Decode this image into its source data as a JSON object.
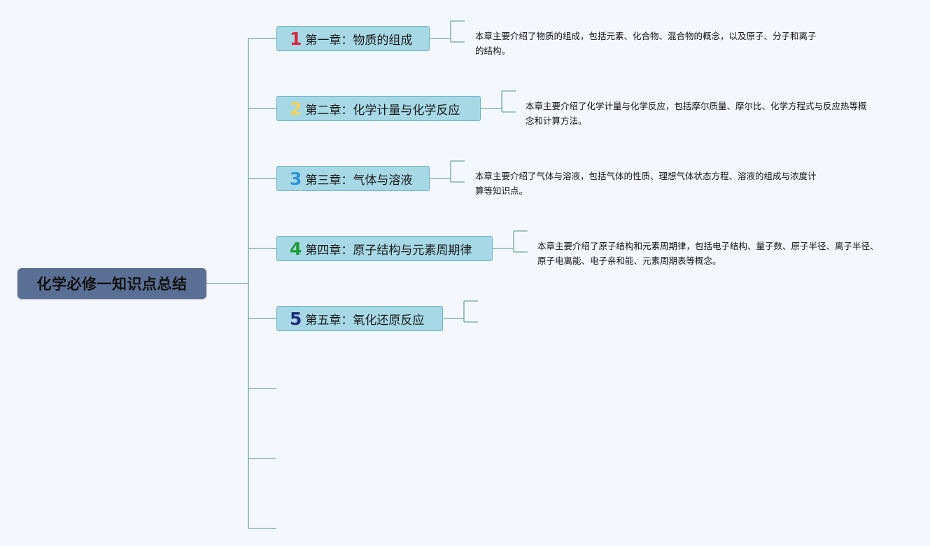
{
  "root": {
    "title": "化学必修一知识点总结"
  },
  "chapters": [
    {
      "number": "1",
      "title": "第一章：物质的组成",
      "number_color": "#d9243c",
      "description": "本章主要介绍了物质的组成，包括元素、化合物、混合物的概念，以及原子、分子和离子的结构。"
    },
    {
      "number": "2",
      "title": "第二章：化学计量与化学反应",
      "number_color": "#f2d35c",
      "description": "本章主要介绍了化学计量与化学反应，包括摩尔质量、摩尔比、化学方程式与反应热等概念和计算方法。"
    },
    {
      "number": "3",
      "title": "第三章：气体与溶液",
      "number_color": "#2d95d8",
      "description": "本章主要介绍了气体与溶液，包括气体的性质、理想气体状态方程、溶液的组成与浓度计算等知识点。"
    },
    {
      "number": "4",
      "title": "第四章：原子结构与元素周期律",
      "number_color": "#1f9c3a",
      "description": "本章主要介绍了原子结构和元素周期律，包括电子结构、量子数、原子半径、离子半径、原子电离能、电子亲和能、元素周期表等概念。"
    },
    {
      "number": "5",
      "title": "第五章：氧化还原反应",
      "number_color": "#1c2d7a",
      "description": ""
    }
  ],
  "colors": {
    "background": "#f4f8fe",
    "root_fill": "#5a6f94",
    "chapter_fill": "#a7d8e6",
    "chapter_border": "#6bb3c6",
    "connector": "#6fa59a"
  }
}
